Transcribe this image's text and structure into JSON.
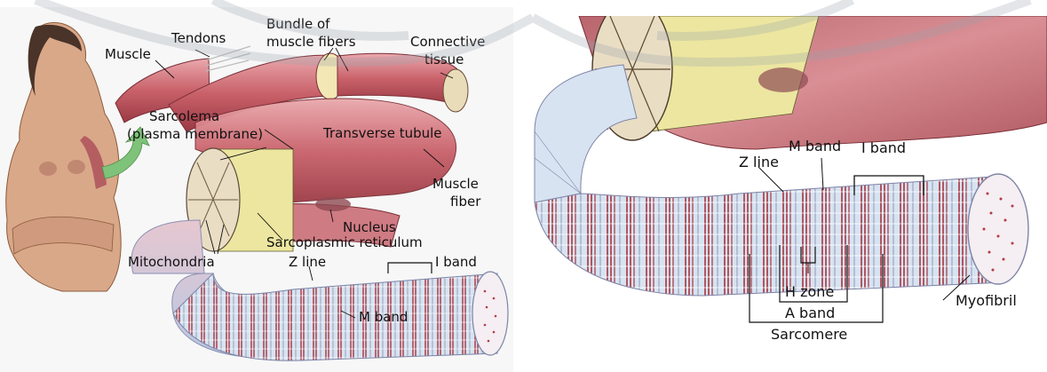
{
  "left_panel": {
    "labels": {
      "tendons": "Tendons",
      "bundle_line1": "Bundle of",
      "bundle_line2": "muscle fibers",
      "muscle": "Muscle",
      "connective_line1": "Connective",
      "connective_line2": "tissue",
      "sarcolema_line1": "Sarcolema",
      "sarcolema_line2": "(plasma membrane)",
      "transverse_tubule": "Transverse tubule",
      "muscle_fiber_line1": "Muscle",
      "muscle_fiber_line2": "fiber",
      "nucleus": "Nucleus",
      "sarcoplasmic_reticulum": "Sarcoplasmic reticulum",
      "mitochondria": "Mitochondria",
      "z_line": "Z line",
      "i_band": "I band",
      "m_band": "M band"
    }
  },
  "right_panel": {
    "labels": {
      "m_band": "M band",
      "i_band": "I band",
      "z_line": "Z line",
      "h_zone": "H zone",
      "a_band": "A band",
      "sarcomere": "Sarcomere",
      "myofibril": "Myofibril"
    }
  },
  "colors": {
    "muscle_red": "#c9616a",
    "muscle_light": "#e8a7ab",
    "myofibril_blue": "#c9d9ec",
    "band_red": "#a8323d",
    "tissue_yellow": "#ece6a0",
    "skin": "#d9a889",
    "arrow_green": "#7fc27a"
  }
}
